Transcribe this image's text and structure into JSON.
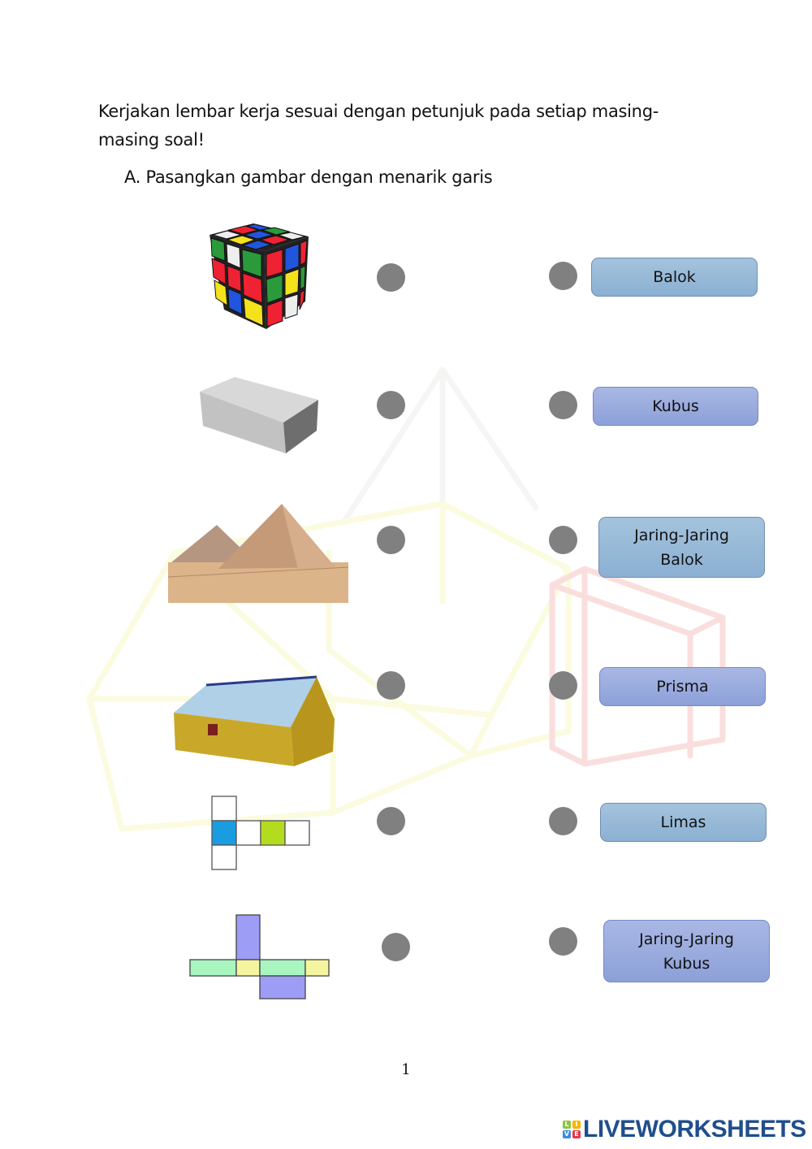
{
  "instructions": "Kerjakan lembar kerja sesuai dengan petunjuk pada setiap masing-masing soal!",
  "section_title": "A. Pasangkan gambar dengan menarik garis",
  "left_items": [
    {
      "image": "rubiks-cube",
      "description": "Rubik's cube"
    },
    {
      "image": "brick",
      "description": "Grey concrete brick"
    },
    {
      "image": "pyramids",
      "description": "Pyramids in desert"
    },
    {
      "image": "tent",
      "description": "Tent"
    },
    {
      "image": "cube-net",
      "description": "Cube net"
    },
    {
      "image": "cuboid-net",
      "description": "Cuboid net"
    }
  ],
  "right_items": [
    {
      "label": "Balok"
    },
    {
      "label": "Kubus"
    },
    {
      "label": "Jaring-Jaring Balok"
    },
    {
      "label": "Prisma"
    },
    {
      "label": "Limas"
    },
    {
      "label": "Jaring-Jaring Kubus"
    }
  ],
  "colors": {
    "dot": "#808080",
    "label_blue_a": "#9bbbd9",
    "label_blue_b": "#9eaee0",
    "brand": "#1f4e8c"
  },
  "page_number": "1",
  "brand": {
    "logo_letters": [
      "L",
      "I",
      "V",
      "E"
    ],
    "name": "LIVEWORKSHEETS"
  }
}
